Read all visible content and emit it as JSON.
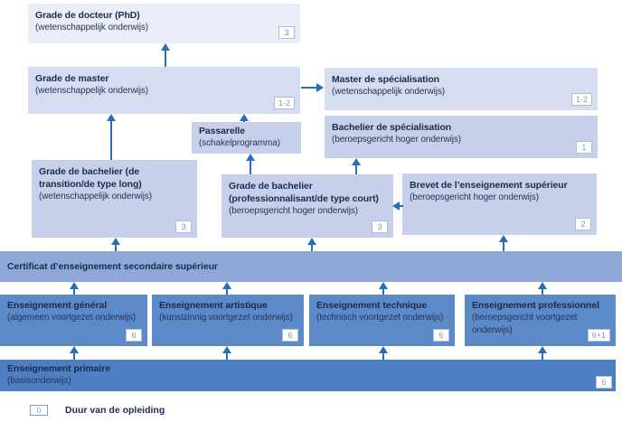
{
  "nodes": {
    "docteur": {
      "title": "Grade de docteur (PhD)",
      "subtitle": "(wetenschappelijk onderwijs)",
      "duration": "3"
    },
    "master": {
      "title": "Grade de master",
      "subtitle": "(wetenschappelijk onderwijs)",
      "duration": "1-2"
    },
    "master_spec": {
      "title": "Master de spécialisation",
      "subtitle": "(wetenschappelijk onderwijs)",
      "duration": "1-2"
    },
    "bachelier_spec": {
      "title": "Bachelier de spécialisation",
      "subtitle": "(beroepsgericht hoger onderwijs)",
      "duration": "1"
    },
    "passarelle": {
      "title": "Passarelle",
      "subtitle": "(schakelprogramma)"
    },
    "bachelier_transition": {
      "title": "Grade de bachelier (de transition/de type long)",
      "subtitle": "(wetenschappelijk onderwijs)",
      "duration": "3"
    },
    "bachelier_prof": {
      "title": "Grade de bachelier (professionnalisant/de type court)",
      "subtitle": "(beroepsgericht hoger onderwijs)",
      "duration": "3"
    },
    "brevet": {
      "title": "Brevet de l’enseignement supérieur",
      "subtitle": "(beroepsgericht hoger onderwijs)",
      "duration": "2"
    },
    "certificat": {
      "title": "Certificat d’enseignement secondaire supérieur"
    },
    "general": {
      "title": "Enseignement général",
      "subtitle": "(algemeen voortgezet onderwijs)",
      "duration": "6"
    },
    "artistique": {
      "title": "Enseignement artistique",
      "subtitle": "(kunstzinnig voortgezet onderwijs)",
      "duration": "6"
    },
    "technique": {
      "title": "Enseignement technique",
      "subtitle": "(technisch voortgezet onderwijs)",
      "duration": "6"
    },
    "professionnel": {
      "title": "Enseignement professionnel",
      "subtitle": "(beroepsgericht voortgezet onderwijs)",
      "duration": "6+1"
    },
    "primaire": {
      "title": "Enseignement primaire",
      "subtitle": "(basisonderwijs)",
      "duration": "6"
    }
  },
  "legend": {
    "badge": "0",
    "label": "Duur van de opleiding"
  },
  "colors": {
    "arrow": "#2a6db8",
    "t_lightest": "#ebeef8",
    "t_light": "#d7ddf1",
    "t_mid": "#c6d0ea",
    "t_band": "#8ea8d7",
    "t_sec": "#5c89c7",
    "t_prim": "#4e7fc3",
    "ink": "#1c2b4d",
    "badge_border": "#aabfde",
    "badge_text": "#8d96a8"
  }
}
